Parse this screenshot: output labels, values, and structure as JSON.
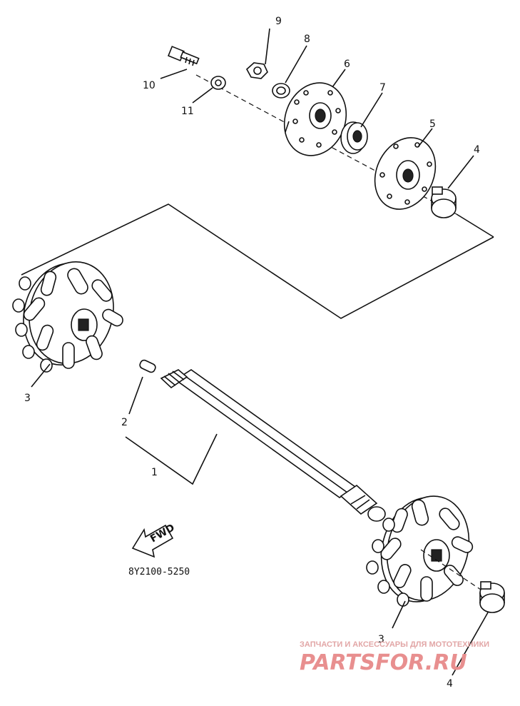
{
  "diagram": {
    "callouts": [
      {
        "id": "callout-1",
        "text": "1"
      },
      {
        "id": "callout-2",
        "text": "2"
      },
      {
        "id": "callout-3-left",
        "text": "3"
      },
      {
        "id": "callout-3-right",
        "text": "3"
      },
      {
        "id": "callout-4-top",
        "text": "4"
      },
      {
        "id": "callout-4-bottom",
        "text": "4"
      },
      {
        "id": "callout-5",
        "text": "5"
      },
      {
        "id": "callout-6",
        "text": "6"
      },
      {
        "id": "callout-7",
        "text": "7"
      },
      {
        "id": "callout-8",
        "text": "8"
      },
      {
        "id": "callout-9",
        "text": "9"
      },
      {
        "id": "callout-10",
        "text": "10"
      },
      {
        "id": "callout-11",
        "text": "11"
      }
    ],
    "fwd_label": "FWD",
    "part_code": "8Y2100-5250"
  },
  "watermark": {
    "tagline": "ЗАПЧАСТИ И АКСЕССУАРЫ ДЛЯ МОТОТЕХНИКИ",
    "brand": "PARTSFOR.RU",
    "color": "#e88f8f"
  },
  "colors": {
    "line": "#111111",
    "background": "#ffffff"
  }
}
